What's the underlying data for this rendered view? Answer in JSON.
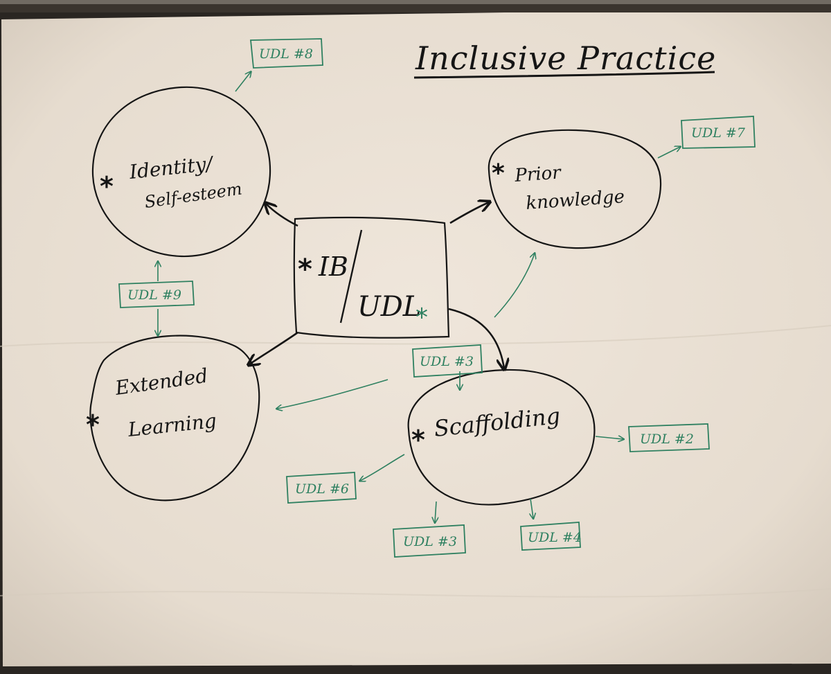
{
  "title": "Inclusive Practice",
  "center": {
    "line1": "IB",
    "line2": "UDL",
    "star": "*"
  },
  "nodes": {
    "identity": {
      "star": "*",
      "line1": "Identity/",
      "line2": "Self-esteem"
    },
    "prior": {
      "star": "*",
      "line1": "Prior",
      "line2": "knowledge"
    },
    "extended": {
      "star": "*",
      "line1": "Extended",
      "line2": "Learning"
    },
    "scaffolding": {
      "star": "*",
      "line1": "Scaffolding"
    }
  },
  "udl_tags": {
    "udl8": "UDL #8",
    "udl7": "UDL #7",
    "udl9": "UDL #9",
    "udl3_top": "UDL #3",
    "udl2": "UDL #2",
    "udl6": "UDL #6",
    "udl3_bottom": "UDL #3",
    "udl4": "UDL #4"
  },
  "colors": {
    "paper": "#ede4d8",
    "ink": "#151515",
    "green_ink": "#2e8060",
    "frame": "#2a2622"
  }
}
